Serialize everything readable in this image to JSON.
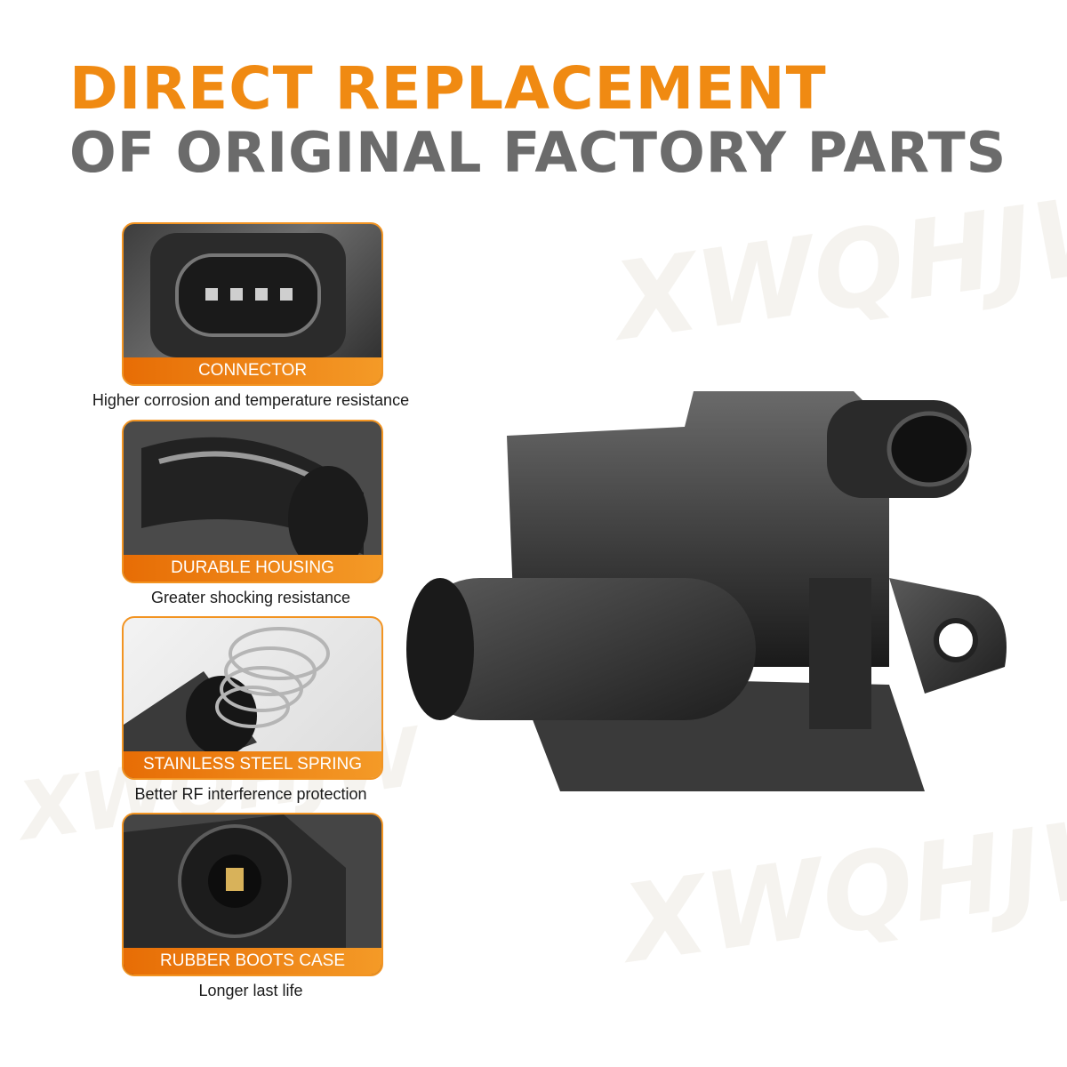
{
  "headline": {
    "line1": "DIRECT REPLACEMENT",
    "line2": "OF ORIGINAL FACTORY PARTS"
  },
  "watermark": "XWQHJW",
  "colors": {
    "accent": "#f08a12",
    "accent_dark": "#e76d05",
    "headline_gray": "#6b6b6b",
    "caption_text": "#1a1a1a"
  },
  "features": [
    {
      "title": "CONNECTOR",
      "caption": "Higher corrosion and temperature resistance",
      "icon": "connector-icon"
    },
    {
      "title": "DURABLE HOUSING",
      "caption": "Greater shocking resistance",
      "icon": "housing-icon"
    },
    {
      "title": "STAINLESS STEEL SPRING",
      "caption": "Better RF interference protection",
      "icon": "spring-icon"
    },
    {
      "title": "RUBBER BOOTS CASE",
      "caption": "Longer last life",
      "icon": "boot-icon"
    }
  ]
}
